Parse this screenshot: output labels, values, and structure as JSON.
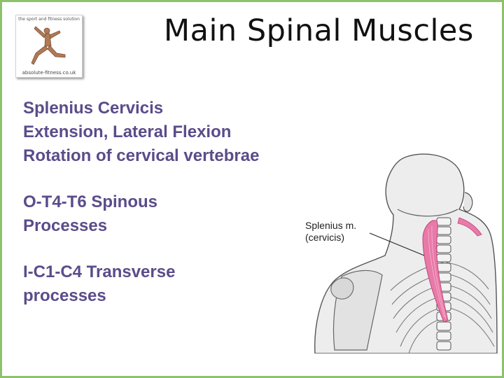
{
  "slide": {
    "title": "Main Spinal Muscles",
    "logo": {
      "top_text": "the sport and fitness solution",
      "bottom_text": "absolute-fitness.co.uk"
    },
    "lines": [
      "Splenius Cervicis",
      "Extension, Lateral Flexion",
      "Rotation of cervical vertebrae",
      "O-T4-T6 Spinous",
      "Processes",
      "I-C1-C4 Transverse",
      "processes"
    ],
    "illustration": {
      "label_line1": "Splenius m.",
      "label_line2": "(cervicis)"
    },
    "colors": {
      "border": "#8dc26d",
      "body_text": "#5b4c8a",
      "muscle": "#e87aa8"
    }
  }
}
